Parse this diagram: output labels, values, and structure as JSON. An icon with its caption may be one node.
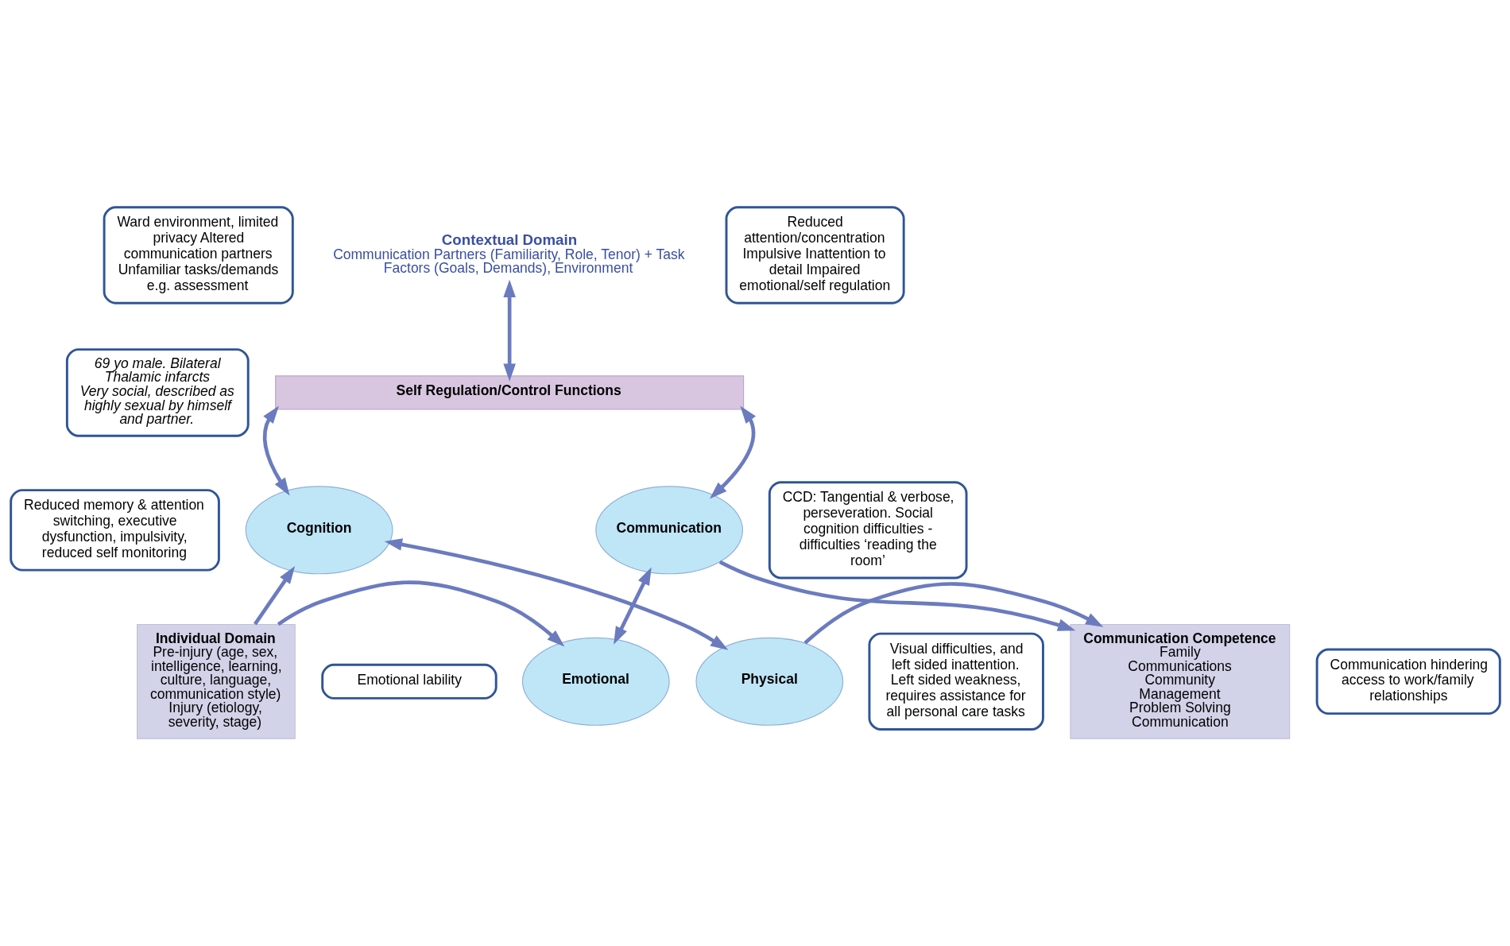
{
  "diagram": {
    "nodes": [
      {
        "text": [
          "Contextual Domain",
          "Communication Partners (Familiarity, Role, Tenor) + Task Factors (Goals, Demands), Environment"
        ]
      },
      {
        "text": [
          "Self Regulation/Control Functions"
        ]
      },
      {
        "text": [
          "Cognition"
        ]
      },
      {
        "text": [
          "Communication"
        ]
      },
      {
        "text": [
          "Emotional"
        ]
      },
      {
        "text": [
          "Physical"
        ]
      },
      {
        "text": [
          "Individual Domain",
          "Pre-injury (age, sex, intelligence, learning, culture, language, communication style)",
          "Injury (etiology, severity, stage)"
        ]
      },
      {
        "text": [
          "Communication Competence",
          "Family Communications",
          "Community",
          "Management",
          "Problem Solving Communication"
        ]
      },
      {
        "text": [
          "Ward environment, limited privacy Altered communication partners Unfamiliar tasks/demands e.g. assessment"
        ]
      },
      {
        "text": [
          "Reduced attention/concentration Impulsive Inattention to detail Impaired emotional/self regulation"
        ]
      },
      {
        "text": [
          "69 yo male. Bilateral Thalamic infarcts",
          "Very social, described as highly sexual by himself and partner."
        ]
      },
      {
        "text": [
          "Reduced memory & attention switching, executive dysfunction, impulsivity, reduced self monitoring"
        ]
      },
      {
        "text": [
          "CCD: Tangential & verbose, perseveration. Social cognition difficulties - difficulties ‘reading the room’"
        ]
      },
      {
        "text": [
          "Emotional lability"
        ]
      },
      {
        "text": [
          "Visual difficulties, and left sided inattention. Left sided weakness, requires assistance for all personal care tasks"
        ]
      },
      {
        "text": [
          "Communication hindering access to work/family relationships"
        ]
      }
    ],
    "edges": [
      {
        "from": 0,
        "to": 1,
        "arrow": "both"
      },
      {
        "from": 2,
        "to": 1,
        "arrow": "both"
      },
      {
        "from": 3,
        "to": 1,
        "arrow": "both"
      },
      {
        "from": 2,
        "to": 5,
        "arrow": "both"
      },
      {
        "from": 3,
        "to": 4,
        "arrow": "both"
      },
      {
        "from": 6,
        "to": 2,
        "arrow": "to"
      },
      {
        "from": 6,
        "to": 4,
        "arrow": "to"
      },
      {
        "from": 3,
        "to": 7,
        "arrow": "to"
      },
      {
        "from": 5,
        "to": 7,
        "arrow": "to"
      }
    ]
  }
}
